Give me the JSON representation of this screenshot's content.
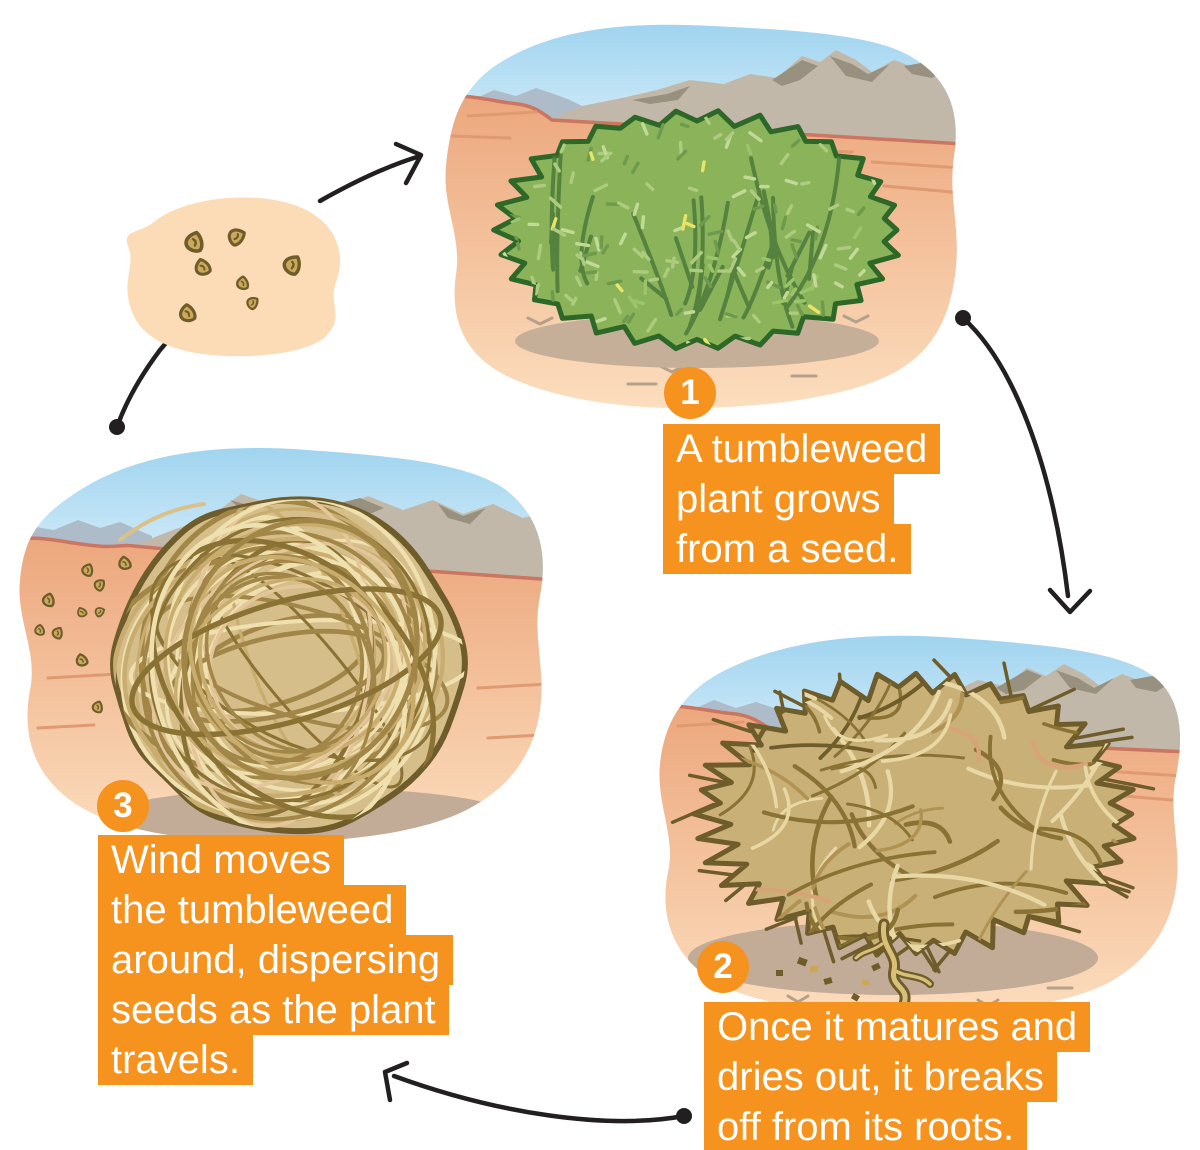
{
  "steps": [
    {
      "number": "1",
      "caption_lines": [
        "A tumbleweed",
        "plant grows",
        "from a seed."
      ]
    },
    {
      "number": "2",
      "caption_lines": [
        "Once it matures and",
        "dries out, it breaks",
        "off from its roots."
      ]
    },
    {
      "number": "3",
      "caption_lines": [
        "Wind moves",
        "the tumbleweed",
        "around, dispersing",
        "seeds as the plant",
        "travels."
      ]
    }
  ],
  "icons": {
    "cycle_arrow": "curved-black-arrow-with-start-dot",
    "seed": "brown-rounded-triangle-seed"
  },
  "colors": {
    "accent_orange": "#F6921E",
    "caption_text": "#FFFFFF",
    "arrow_black": "#231F20",
    "sky_blue": "#9CD2EF",
    "mountain_taupe": "#C1B8AA",
    "far_ridge_blue_gray": "#AEBBC9",
    "horizon_red": "#CC7560",
    "ground_salmon": "#EFAE85",
    "ground_light": "#FBDCBA",
    "bush_green": "#8AB35A",
    "bush_outline_green": "#2E6829",
    "tumbleweed_tan": "#C9B077",
    "tumbleweed_outline": "#6F5C2B",
    "seed_brown": "#CBA95B",
    "shadow_tan": "#C6AF99",
    "seed_patch_peach": "#FBDCB6"
  }
}
